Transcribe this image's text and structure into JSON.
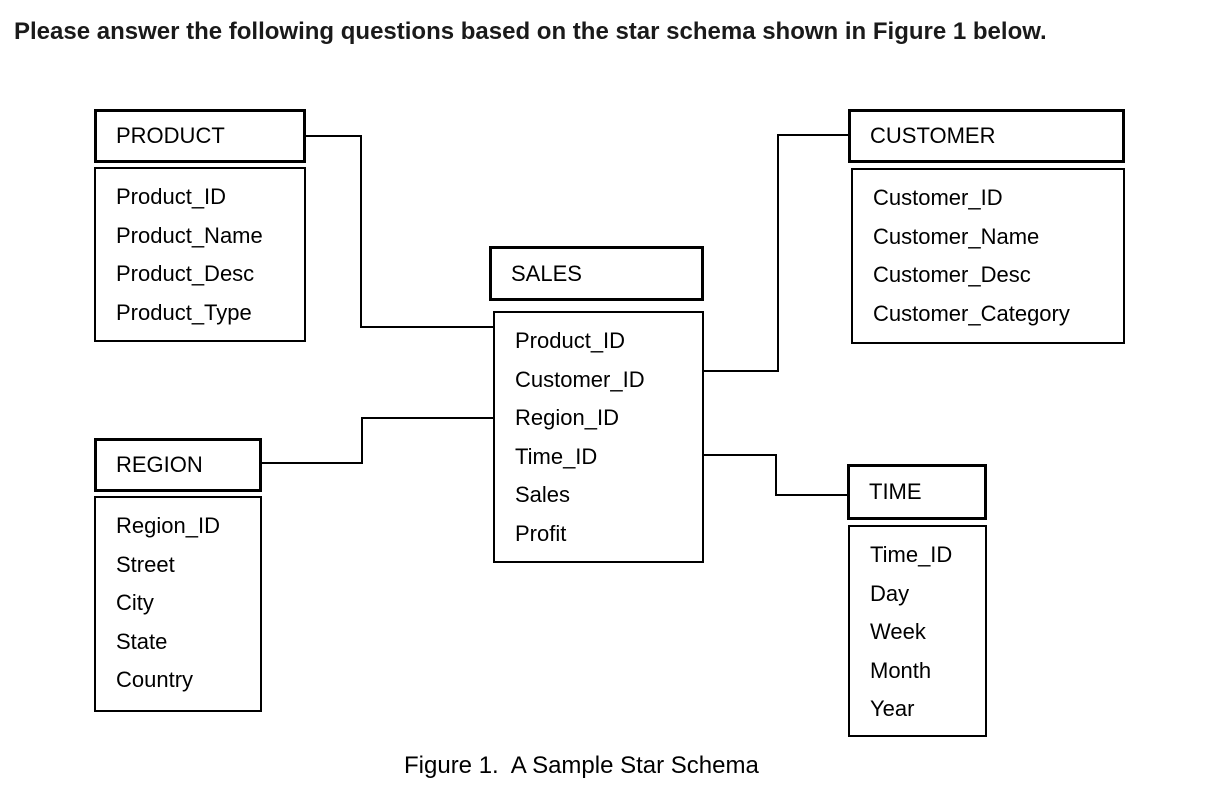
{
  "page": {
    "instruction": "Please answer the following questions based on the star schema shown in Figure 1 below.",
    "figure_caption": "Figure 1.  A Sample Star Schema"
  },
  "diagram": {
    "type": "star_schema",
    "colors": {
      "background": "#ffffff",
      "box_border": "#000000",
      "connector": "#000000",
      "text": "#000000"
    },
    "tables": {
      "product": {
        "name": "PRODUCT",
        "fields": [
          "Product_ID",
          "Product_Name",
          "Product_Desc",
          "Product_Type"
        ]
      },
      "sales": {
        "name": "SALES",
        "fields": [
          "Product_ID",
          "Customer_ID",
          "Region_ID",
          "Time_ID",
          "Sales",
          "Profit"
        ]
      },
      "customer": {
        "name": "CUSTOMER",
        "fields": [
          "Customer_ID",
          "Customer_Name",
          "Customer_Desc",
          "Customer_Category"
        ]
      },
      "region": {
        "name": "REGION",
        "fields": [
          "Region_ID",
          "Street",
          "City",
          "State",
          "Country"
        ]
      },
      "time": {
        "name": "TIME",
        "fields": [
          "Time_ID",
          "Day",
          "Week",
          "Month",
          "Year"
        ]
      }
    },
    "relationships": [
      {
        "from": "PRODUCT",
        "to": "SALES"
      },
      {
        "from": "REGION",
        "to": "SALES"
      },
      {
        "from": "SALES",
        "to": "CUSTOMER"
      },
      {
        "from": "SALES",
        "to": "TIME"
      }
    ]
  }
}
